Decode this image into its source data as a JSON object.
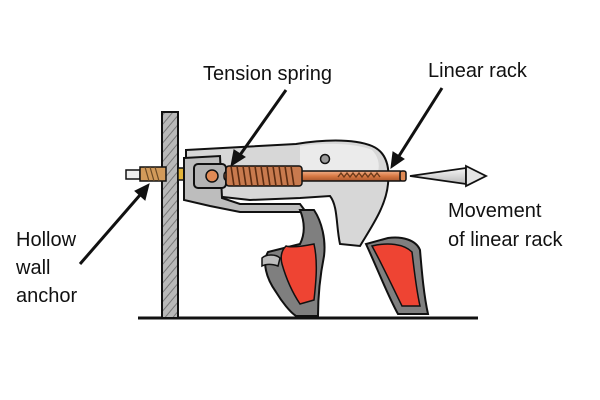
{
  "labels": {
    "tension_spring": "Tension spring",
    "linear_rack": "Linear rack",
    "hollow_wall_anchor": [
      "Hollow",
      "wall",
      "anchor"
    ],
    "movement": [
      "Movement",
      "of linear rack"
    ]
  },
  "colors": {
    "handle_red": "#ee4433",
    "handle_grey": "#7f7f7f",
    "body_grey": "#d7d7d7",
    "rod_copper": "#e08a55",
    "spring_dark": "#8a4a2a",
    "wall_grey": "#a8a8a8",
    "outline": "#111111"
  },
  "icons": {
    "arrow": "pointer-arrow-icon",
    "movement": "movement-arrow-icon"
  }
}
